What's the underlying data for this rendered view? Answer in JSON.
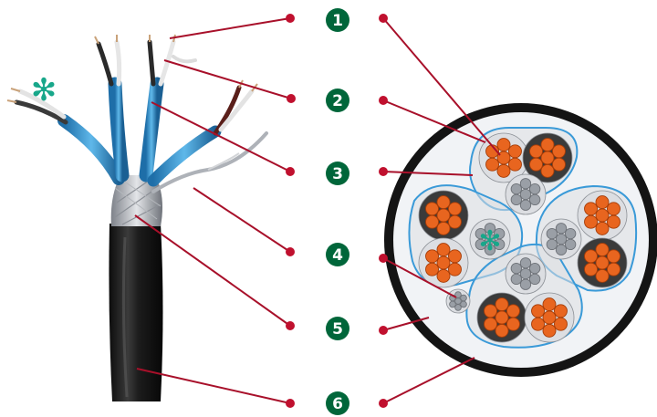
{
  "callouts": [
    {
      "number": "1"
    },
    {
      "number": "2"
    },
    {
      "number": "3"
    },
    {
      "number": "4"
    },
    {
      "number": "5"
    },
    {
      "number": "6"
    }
  ],
  "shielded_pair_marker": "✻",
  "colors": {
    "badge": "#00663a",
    "badge_text": "#ffffff",
    "leader": "#a8102a",
    "leader_dot": "#c0102e",
    "outer_jacket": "#141414",
    "filler": "#f1f3f6",
    "pair_shield": "#3a9ad8",
    "copper": "#e8651f",
    "copper_outline": "#a53c07",
    "tinned_strand": "#9a9fa6",
    "dark_insulation": "#3a3a3a",
    "light_insulation": "#dcdee2",
    "marker": "#18a78a",
    "foil_blue": "#2a8fcf"
  }
}
